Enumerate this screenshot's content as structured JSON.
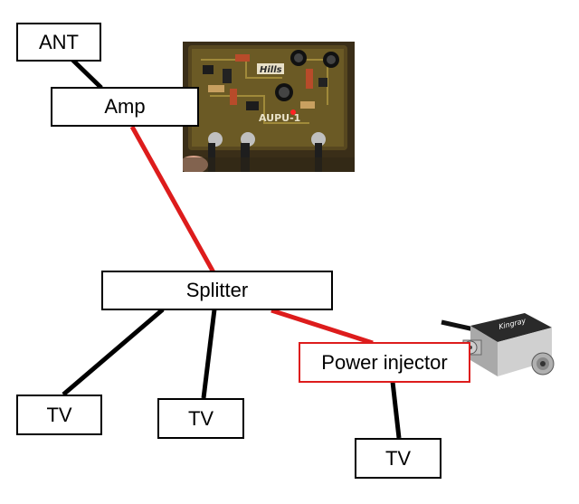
{
  "diagram": {
    "nodes": {
      "ant": "ANT",
      "amp": "Amp",
      "splitter": "Splitter",
      "power_injector": "Power injector",
      "tv_1": "TV",
      "tv_2": "TV",
      "tv_3": "TV"
    },
    "photos": {
      "amplifier_board": {
        "icon": "amplifier-circuit-board-photo",
        "logo_text": "Hills",
        "board_text": "AUPU-1"
      },
      "power_injector_device": {
        "icon": "power-injector-device-photo",
        "logo_text": "Kingray"
      }
    },
    "colors": {
      "powered_line": "#dd1c1c",
      "signal_line": "#000000",
      "box_border": "#000000",
      "injector_border": "#dd1c1c"
    }
  }
}
